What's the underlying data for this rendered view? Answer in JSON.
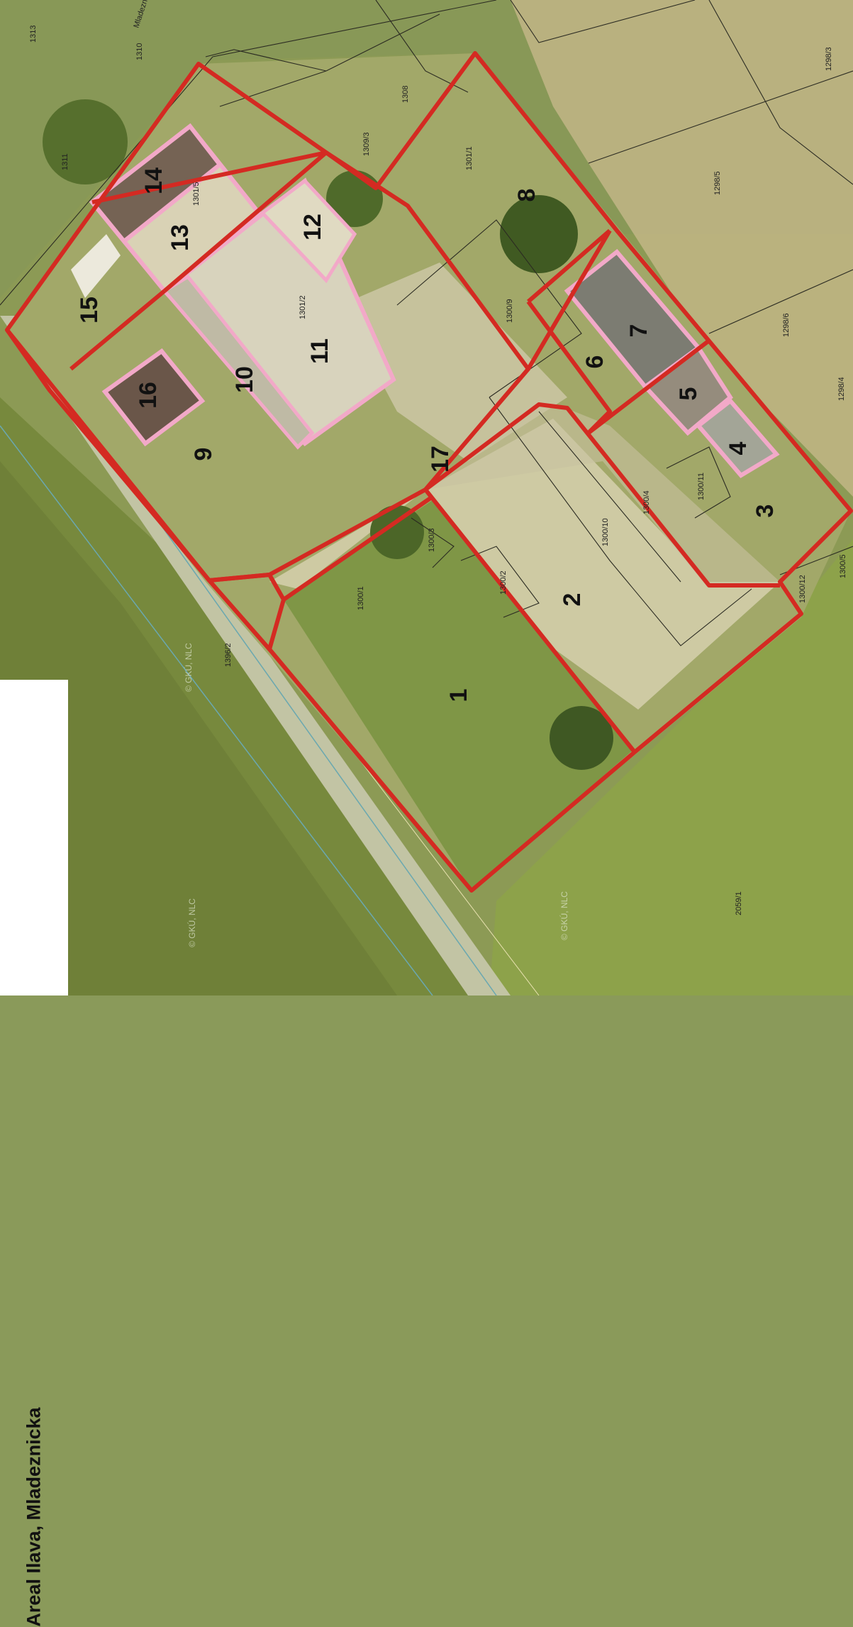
{
  "title": "Areal Ilava, Mladeznicka",
  "street_name": "Mladeznicka",
  "colors": {
    "boundary": "#d42a22",
    "building_outline": "#f2a9c8",
    "field": "#7d9243",
    "grass": "#97a85b",
    "road": "#cfc8a8"
  },
  "plots": [
    {
      "label": "1"
    },
    {
      "label": "2"
    },
    {
      "label": "3"
    },
    {
      "label": "4"
    },
    {
      "label": "5"
    },
    {
      "label": "6"
    },
    {
      "label": "7"
    },
    {
      "label": "8"
    },
    {
      "label": "9"
    },
    {
      "label": "10"
    },
    {
      "label": "11"
    },
    {
      "label": "12"
    },
    {
      "label": "13"
    },
    {
      "label": "14"
    },
    {
      "label": "15"
    },
    {
      "label": "16"
    },
    {
      "label": "17"
    }
  ],
  "parcel_numbers": [
    "1313",
    "1310",
    "1311",
    "1308",
    "1309/3",
    "1301/1",
    "1301/5",
    "1301/2",
    "1300/9",
    "1300/10",
    "1300/4",
    "1300/11",
    "1300/1",
    "1300/2",
    "1300/3",
    "1298/5",
    "1298/6",
    "1298/4",
    "1298/3",
    "2059/1",
    "1396/2",
    "1300/12",
    "1300/5"
  ],
  "watermarks": [
    "© GKÚ, NLC",
    "© GKÚ, NLC",
    "© GKÚ, NLC"
  ]
}
